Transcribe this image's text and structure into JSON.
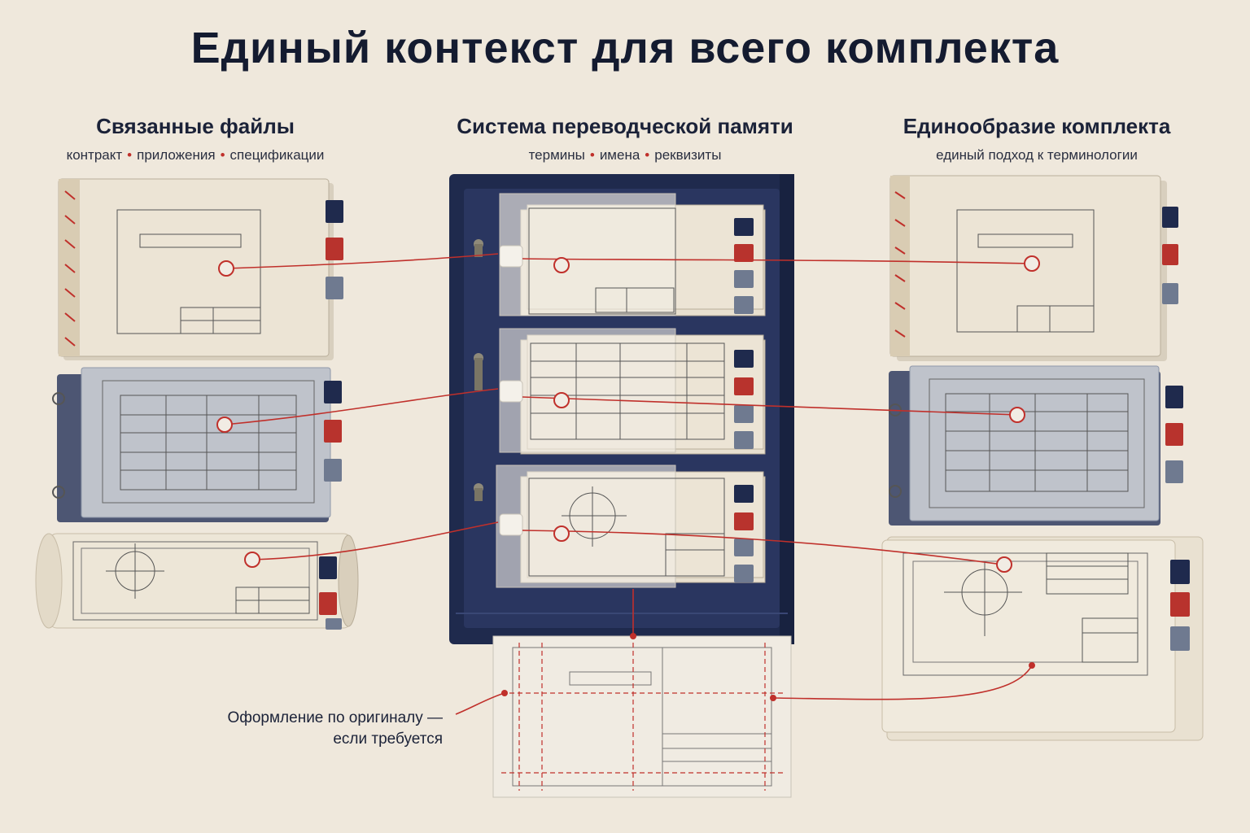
{
  "title": "Единый контекст для всего комплекта",
  "columns": {
    "left": {
      "heading": "Связанные файлы",
      "items": [
        "контракт",
        "приложения",
        "спецификации"
      ]
    },
    "center": {
      "heading": "Система переводческой памяти",
      "items": [
        "термины",
        "имена",
        "реквизиты"
      ]
    },
    "right": {
      "heading": "Единообразие комплекта",
      "subtitle": "единый подход к терминологии"
    }
  },
  "note": {
    "line1": "Оформление по оригиналу —",
    "line2": "если требуется"
  },
  "colors": {
    "background": "#efe8dc",
    "navy": "#1f2a4d",
    "thread": "#c0302b",
    "paper": "#ece4d5",
    "grey_cover": "#8f98aa"
  },
  "icons": [
    "binder-icon",
    "notebook-icon",
    "scroll-icon",
    "thread-icon",
    "tab-icon"
  ]
}
